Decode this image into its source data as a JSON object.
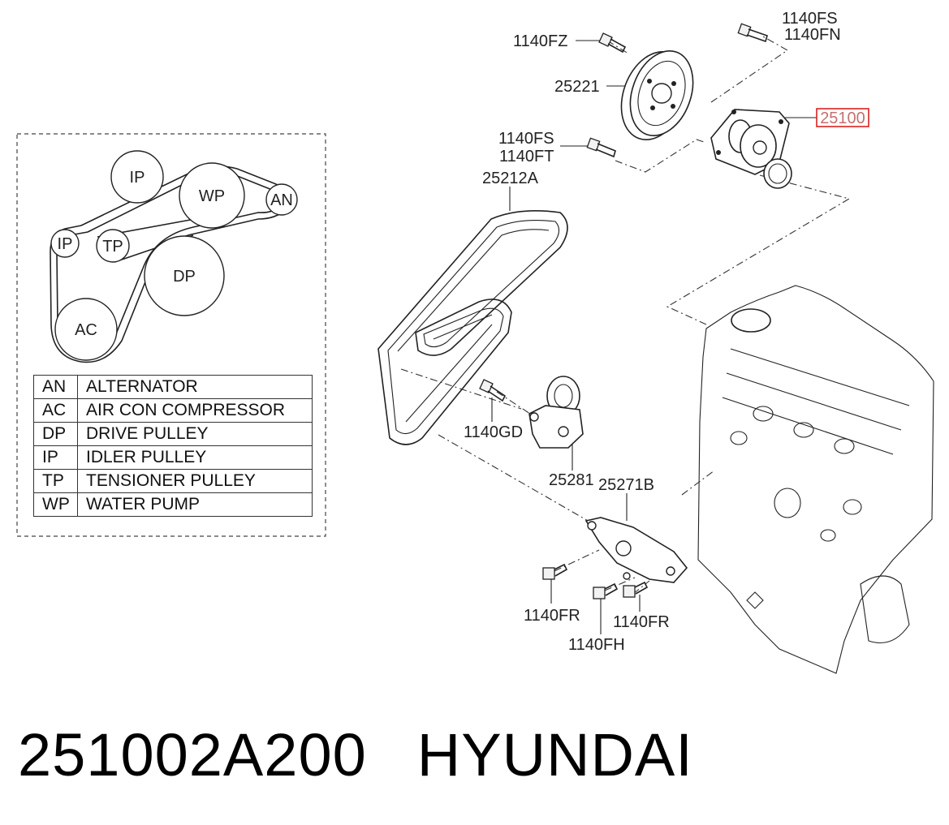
{
  "belt_layout": {
    "pulleys": [
      "IP",
      "WP",
      "AN",
      "IP",
      "TP",
      "DP",
      "AC"
    ]
  },
  "legend": [
    {
      "code": "AN",
      "name": "ALTERNATOR"
    },
    {
      "code": "AC",
      "name": "AIR CON COMPRESSOR"
    },
    {
      "code": "DP",
      "name": "DRIVE PULLEY"
    },
    {
      "code": "IP",
      "name": "IDLER PULLEY"
    },
    {
      "code": "TP",
      "name": "TENSIONER PULLEY"
    },
    {
      "code": "WP",
      "name": "WATER PUMP"
    }
  ],
  "callouts": {
    "bolt_fz": "1140FZ",
    "bolt_fs_top": "1140FS",
    "bolt_fn": "1140FN",
    "pulley": "25221",
    "water_pump": "25100",
    "bolt_fs_mid": "1140FS",
    "bolt_ft": "1140FT",
    "belt": "25212A",
    "bolt_gd": "1140GD",
    "tensioner": "25281",
    "bracket": "25271B",
    "bolt_fr_left": "1140FR",
    "bolt_fr_right": "1140FR",
    "bolt_fh": "1140FH"
  },
  "highlight_color": "#d9221f",
  "footer": {
    "part_number": "251002A200",
    "brand": "HYUNDAI"
  }
}
